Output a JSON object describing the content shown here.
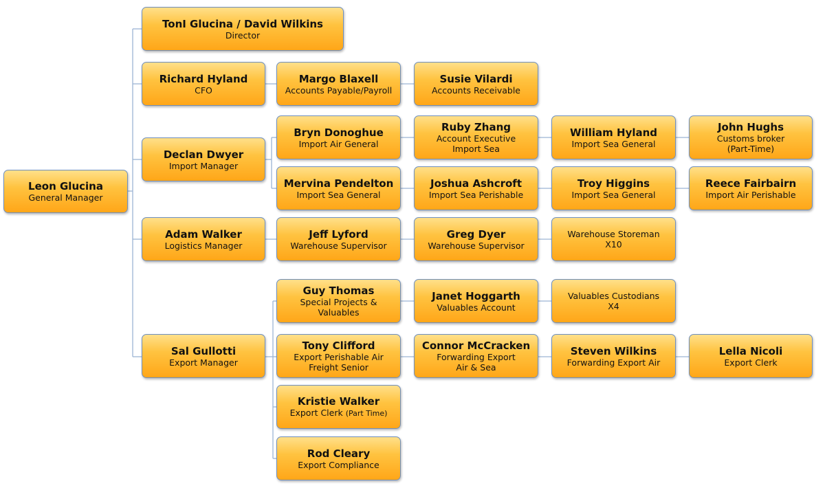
{
  "colors": {
    "box_top": "#ffe08a",
    "box_bottom": "#ffa618",
    "box_border": "#6e8fbf",
    "connector": "#9cb4d4"
  },
  "gm": {
    "name": "Leon Glucina",
    "role": "General Manager"
  },
  "director": {
    "name": "TonI Glucina / David Wilkins",
    "role": "Director"
  },
  "cfo": {
    "name": "Richard Hyland",
    "role": "CFO"
  },
  "margo": {
    "name": "Margo Blaxell",
    "role": "Accounts Payable/Payroll"
  },
  "susie": {
    "name": "Susie Vilardi",
    "role": "Accounts Receivable"
  },
  "declan": {
    "name": "Declan Dwyer",
    "role": "Import Manager"
  },
  "bryn": {
    "name": "Bryn Donoghue",
    "role": "Import Air General"
  },
  "ruby": {
    "name": "Ruby Zhang",
    "role": "Account Executive",
    "role2": "Import Sea"
  },
  "william": {
    "name": "William Hyland",
    "role": "Import Sea General"
  },
  "john": {
    "name": "John Hughs",
    "role": "Customs broker",
    "role2": "(Part-Time)"
  },
  "mervina": {
    "name": "Mervina Pendelton",
    "role": "Import  Sea General"
  },
  "joshua": {
    "name": "Joshua Ashcroft",
    "role": "Import Sea Perishable"
  },
  "troy": {
    "name": "Troy Higgins",
    "role": "Import Sea General"
  },
  "reece": {
    "name": "Reece Fairbairn",
    "role": "Import Air Perishable"
  },
  "adam": {
    "name": "Adam Walker",
    "role": "Logistics Manager"
  },
  "jeff": {
    "name": "Jeff Lyford",
    "role": "Warehouse  Supervisor"
  },
  "greg": {
    "name": "Greg Dyer",
    "role": "Warehouse Supervisor"
  },
  "storeman": {
    "role": "Warehouse Storeman",
    "role2": "X10"
  },
  "sal": {
    "name": "Sal Gullotti",
    "role": "Export Manager"
  },
  "guy": {
    "name": "Guy Thomas",
    "role": "Special Projects &",
    "role2": "Valuables"
  },
  "janet": {
    "name": "Janet Hoggarth",
    "role": "Valuables Account"
  },
  "custodians": {
    "role": "Valuables Custodians",
    "role2": "X4"
  },
  "tony": {
    "name": "Tony Clifford",
    "role": "Export Perishable Air",
    "role2": "Freight Senior"
  },
  "connor": {
    "name": "Connor McCracken",
    "role": "Forwarding Export",
    "role2": "Air & Sea"
  },
  "steven": {
    "name": "Steven Wilkins",
    "role": "Forwarding Export Air"
  },
  "lella": {
    "name": "Lella Nicoli",
    "role": "Export Clerk"
  },
  "kristie": {
    "name": "Kristie Walker",
    "role": "Export Clerk",
    "role_small": "(Part Time)"
  },
  "rod": {
    "name": "Rod Cleary",
    "role": "Export Compliance"
  }
}
